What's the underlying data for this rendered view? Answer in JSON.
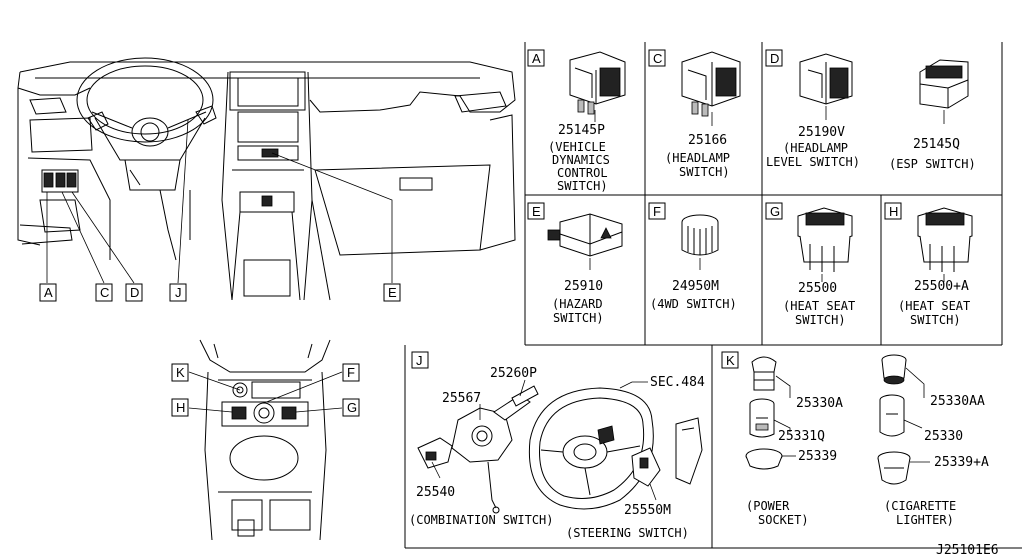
{
  "diagram_id": "J25101E6",
  "overview_labels": {
    "A": "A",
    "C": "C",
    "D": "D",
    "J": "J",
    "E": "E"
  },
  "console_labels": {
    "K": "K",
    "F": "F",
    "H": "H",
    "G": "G"
  },
  "panels": {
    "A": {
      "letter": "A",
      "code": "25145P",
      "desc": [
        "(VEHICLE",
        "DYNAMICS",
        "CONTROL",
        "SWITCH)"
      ]
    },
    "C": {
      "letter": "C",
      "code": "25166",
      "desc": [
        "(HEADLAMP",
        "SWITCH)"
      ]
    },
    "D": {
      "letter": "D",
      "code": "25190V",
      "desc": [
        "(HEADLAMP",
        "LEVEL SWITCH)"
      ]
    },
    "Q": {
      "code": "25145Q",
      "desc": [
        "(ESP SWITCH)"
      ]
    },
    "E": {
      "letter": "E",
      "code": "25910",
      "desc": [
        "(HAZARD",
        "SWITCH)"
      ]
    },
    "F": {
      "letter": "F",
      "code": "24950M",
      "desc": [
        "(4WD SWITCH)"
      ]
    },
    "G": {
      "letter": "G",
      "code": "25500",
      "desc": [
        "(HEAT SEAT",
        "SWITCH)"
      ]
    },
    "H": {
      "letter": "H",
      "code": "25500+A",
      "desc": [
        "(HEAT SEAT",
        "SWITCH)"
      ]
    }
  },
  "panel_j": {
    "letter": "J",
    "parts": [
      "25260P",
      "SEC.484",
      "25567",
      "25540",
      "25550M"
    ],
    "captions": [
      "(COMBINATION SWITCH)",
      "(STEERING SWITCH)"
    ]
  },
  "panel_k": {
    "letter": "K",
    "parts": [
      "25330A",
      "25331Q",
      "25339",
      "25330AA",
      "25330",
      "25339+A"
    ],
    "captions": [
      [
        "(POWER",
        "SOCKET)"
      ],
      [
        "(CIGARETTE",
        "LIGHTER)"
      ]
    ]
  }
}
